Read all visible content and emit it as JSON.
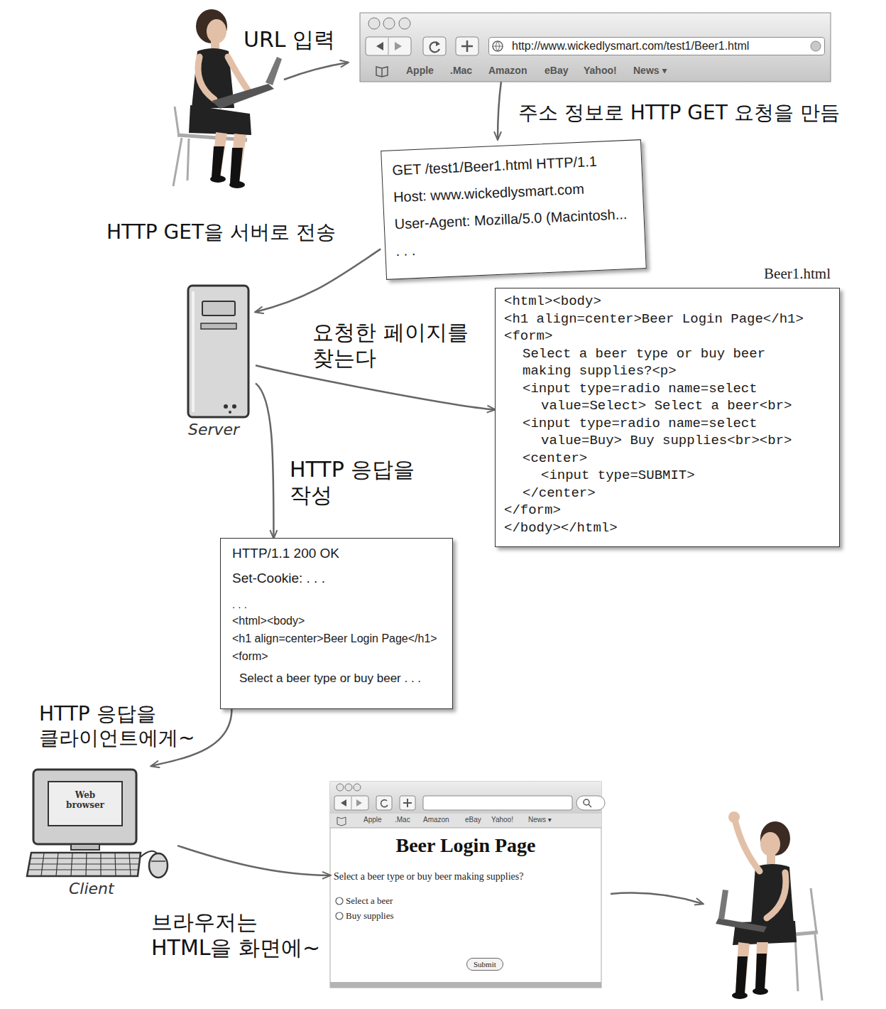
{
  "diagram": {
    "nodes": [
      {
        "text": [
          "Apple",
          ".Mac",
          "Amazon",
          "eBay",
          "Yahoo!",
          "News ▾"
        ]
      },
      {
        "text": [
          "http://www.wickedlysmart.com/test1/Beer1.html"
        ],
        "in": 0
      },
      {
        "text": [
          "GET /test1/Beer1.html HTTP/1.1",
          "Host: www.wickedlysmart.com",
          "User-Agent: Mozilla/5.0 (Macintosh...",
          ". . ."
        ]
      },
      {
        "text": [
          "Server"
        ]
      },
      {
        "text": [
          "Beer1.html",
          "<html><body>",
          "<h1 align=center>Beer Login Page</h1>",
          "<form>",
          "Select a beer type or buy beer",
          "making supplies?<p>",
          "<input type=radio name=select",
          "value=Select> Select a beer<br>",
          "<input type=radio name=select",
          "value=Buy> Buy supplies<br><br>",
          "<center>",
          "<input type=SUBMIT>",
          "</center>",
          "</form>",
          "</body></html>"
        ]
      },
      {
        "text": [
          "HTTP/1.1 200 OK",
          "Set-Cookie: . . .",
          ". . .",
          "<html><body>",
          "<h1 align=center>Beer Login Page</h1>",
          "<form>",
          "Select a beer type or buy beer . . ."
        ]
      },
      {
        "text": [
          "Web browser",
          "Client"
        ]
      },
      {
        "text": [
          "Apple",
          ".Mac",
          "Amazon",
          "eBay",
          "Yahoo!",
          "News ▾",
          "Beer Login Page",
          "Select a beer type or buy beer making supplies?",
          "Select a beer",
          "Buy supplies"
        ]
      },
      {
        "text": [
          "Submit"
        ],
        "in": 7
      }
    ],
    "edges": [
      {
        "from": 0,
        "to": 2,
        "arrow": "to",
        "label": "주소 정보로 HTTP GET 요청을 만듬"
      },
      {
        "from": 2,
        "to": 3,
        "arrow": "to",
        "label": "HTTP GET을 서버로 전송"
      },
      {
        "from": 3,
        "to": 4,
        "arrow": "to",
        "label": "요청한 페이지를 찾는다"
      },
      {
        "from": 3,
        "to": 5,
        "arrow": "to",
        "label": "HTTP 응답을 작성"
      },
      {
        "from": 5,
        "to": 6,
        "arrow": "to",
        "label": "HTTP 응답을 클라이언트에게~"
      },
      {
        "from": 6,
        "to": 7,
        "arrow": "to",
        "label": "브라우저는 HTML을 화면에~"
      }
    ],
    "labels": [
      "URL 입력"
    ]
  }
}
